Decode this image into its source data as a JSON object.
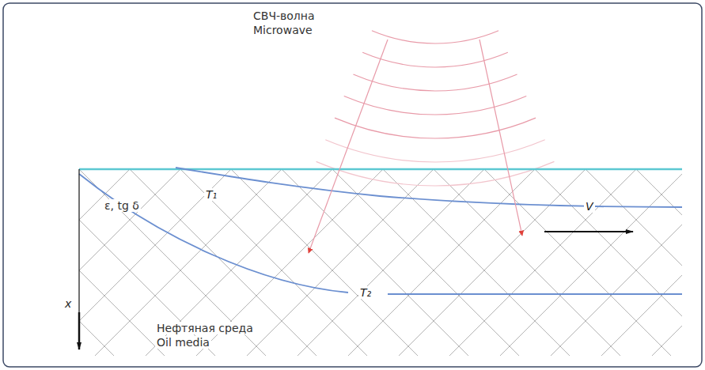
{
  "diagram": {
    "labels": [
      "СВЧ-волна",
      "Microwave",
      "T₁",
      "T₂",
      "V",
      "ε, tg δ",
      "x",
      "Нефтяная среда",
      "Oil media"
    ]
  }
}
